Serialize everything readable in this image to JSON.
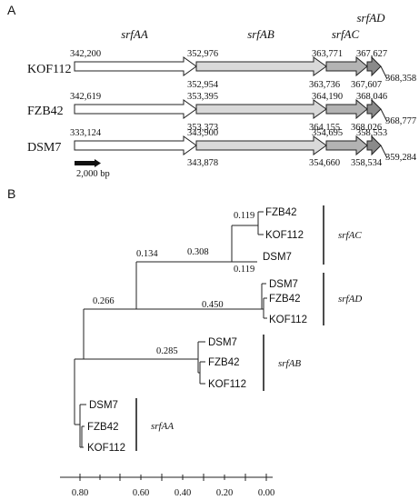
{
  "panelA": {
    "label": "A",
    "genes": [
      "srfAA",
      "srfAB",
      "srfAC",
      "srfAD"
    ],
    "scale_label": "2,000 bp",
    "strains": [
      {
        "name": "KOF112",
        "top": [
          "342,200",
          "352,976",
          "363,771",
          "367,627"
        ],
        "bottom": [
          "352,954",
          "363,736",
          "367,607"
        ],
        "end": "368,358"
      },
      {
        "name": "FZB42",
        "top": [
          "342,619",
          "353,395",
          "364,190",
          "368,046"
        ],
        "bottom": [
          "353,373",
          "364,155",
          "368,026"
        ],
        "end": "368,777"
      },
      {
        "name": "DSM7",
        "top": [
          "333,124",
          "343,900",
          "354,695",
          "358,553"
        ],
        "bottom": [
          "343,878",
          "354,660",
          "358,534"
        ],
        "end": "359,284"
      }
    ]
  },
  "panelB": {
    "label": "B",
    "branch_values": [
      "0.119",
      "0.308",
      "0.119",
      "0.134",
      "0.450",
      "0.266",
      "0.285"
    ],
    "clades": [
      {
        "name": "srfAC",
        "leaves": [
          "FZB42",
          "KOF112",
          "DSM7"
        ]
      },
      {
        "name": "srfAD",
        "leaves": [
          "DSM7",
          "FZB42",
          "KOF112"
        ]
      },
      {
        "name": "srfAB",
        "leaves": [
          "DSM7",
          "FZB42",
          "KOF112"
        ]
      },
      {
        "name": "srfAA",
        "leaves": [
          "DSM7",
          "FZB42",
          "KOF112"
        ]
      }
    ],
    "axis_ticks": [
      "0.80",
      "0.60",
      "0.40",
      "0.20",
      "0.00"
    ]
  }
}
